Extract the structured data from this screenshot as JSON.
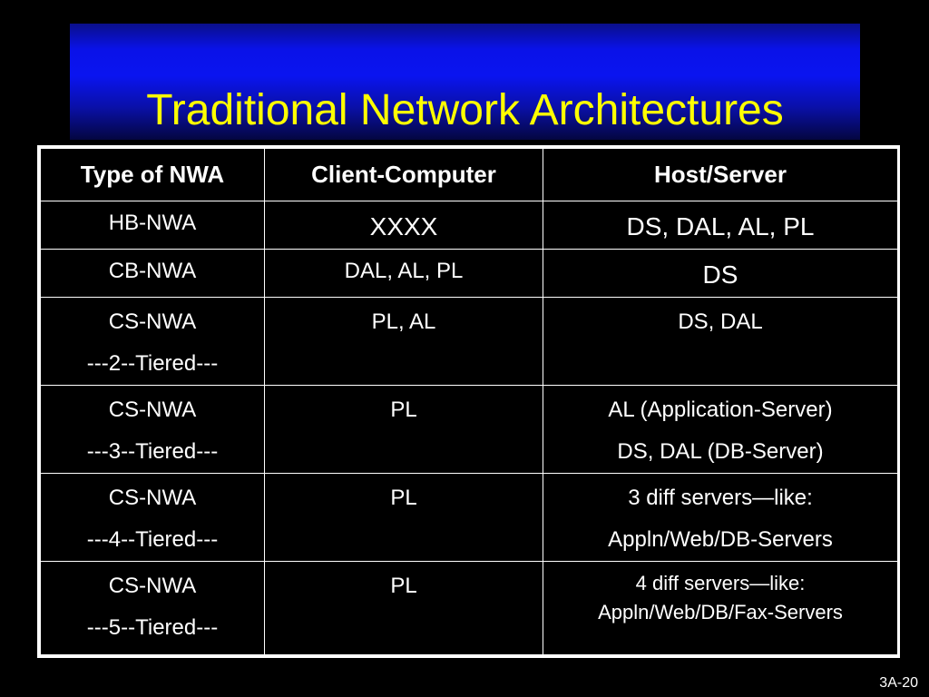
{
  "title": "Traditional Network Architectures",
  "table": {
    "headers": [
      "Type of NWA",
      "Client-Computer",
      "Host/Server"
    ],
    "rows": [
      {
        "type": [
          "HB-NWA"
        ],
        "client": [
          "XXXX"
        ],
        "server": [
          "DS, DAL, AL, PL"
        ]
      },
      {
        "type": [
          "CB-NWA"
        ],
        "client": [
          "DAL, AL, PL"
        ],
        "server": [
          "DS"
        ]
      },
      {
        "type": [
          "CS-NWA",
          "---2--Tiered---"
        ],
        "client": [
          "PL, AL"
        ],
        "server": [
          "DS, DAL"
        ]
      },
      {
        "type": [
          "CS-NWA",
          "---3--Tiered---"
        ],
        "client": [
          "PL"
        ],
        "server": [
          "AL (Application-Server)",
          "DS, DAL (DB-Server)"
        ]
      },
      {
        "type": [
          "CS-NWA",
          "---4--Tiered---"
        ],
        "client": [
          "PL"
        ],
        "server": [
          "3 diff servers—like:",
          "Appln/Web/DB-Servers"
        ]
      },
      {
        "type": [
          "CS-NWA",
          "---5--Tiered---"
        ],
        "client": [
          "PL"
        ],
        "server": [
          "4 diff servers—like:",
          "Appln/Web/DB/Fax-Servers"
        ]
      }
    ]
  },
  "slide_number": "3A-20"
}
